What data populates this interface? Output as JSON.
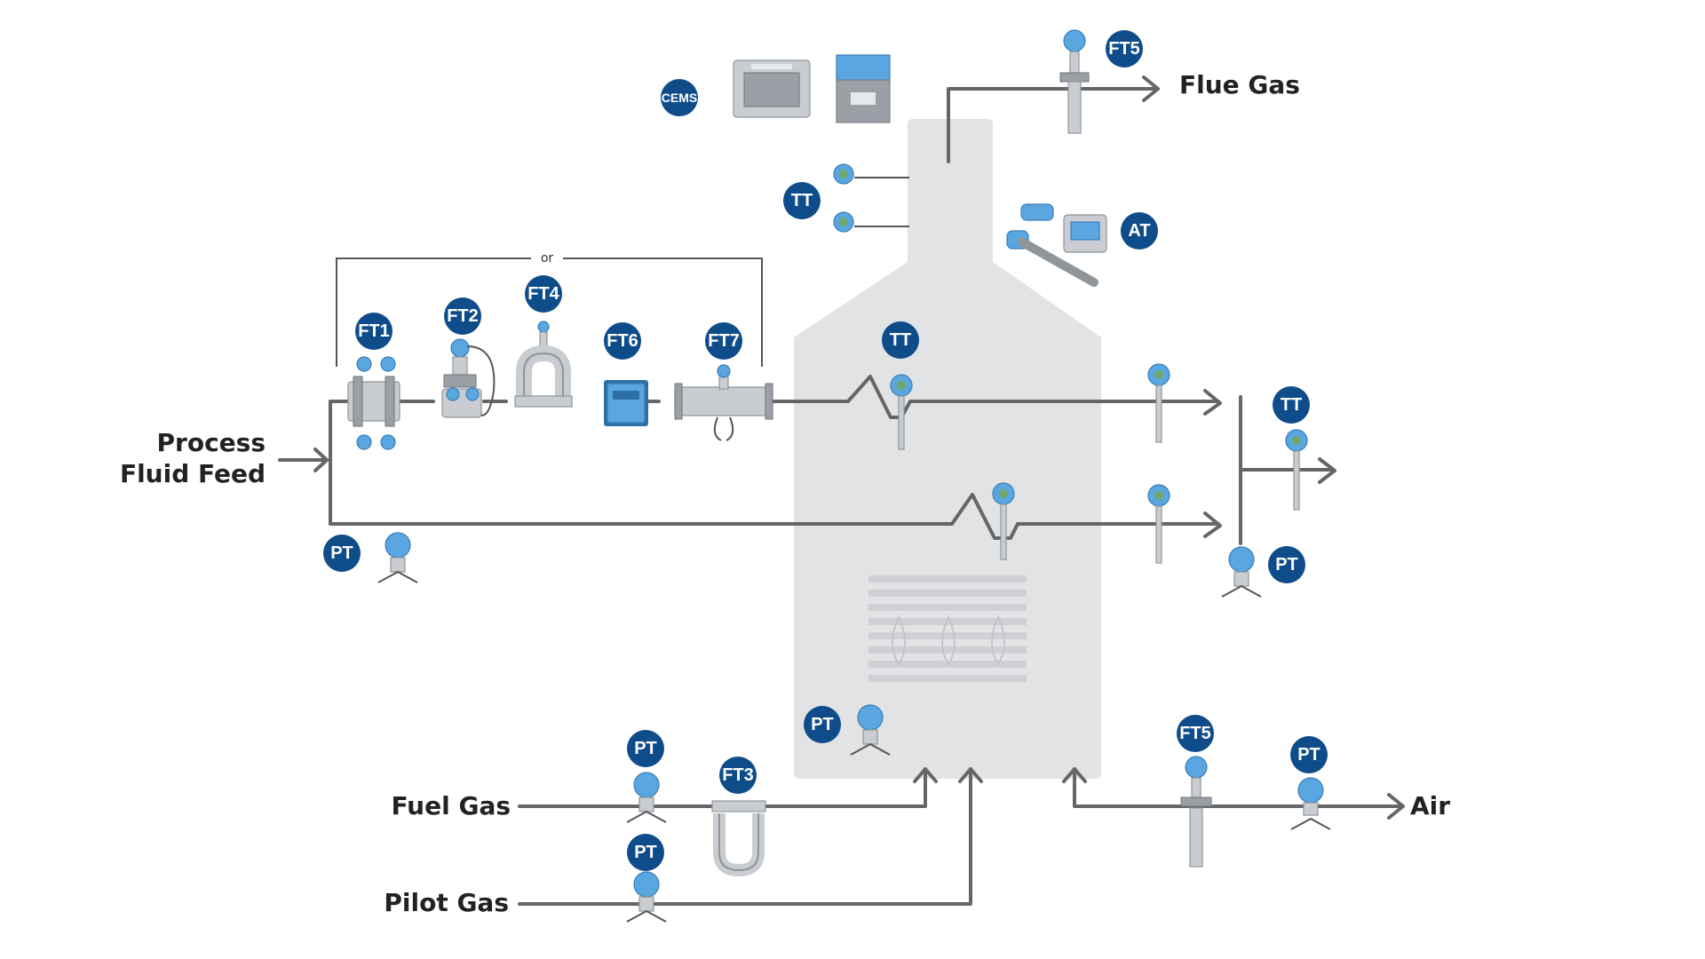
{
  "labels": {
    "process_line1": "Process",
    "process_line2": "Fluid Feed",
    "flue_gas": "Flue Gas",
    "fuel_gas": "Fuel Gas",
    "pilot_gas": "Pilot Gas",
    "air": "Air",
    "or": "or"
  },
  "badges": {
    "cems": "CEMS",
    "ft5_top": "FT5",
    "tt_stack": "TT",
    "at": "AT",
    "ft1": "FT1",
    "ft2": "FT2",
    "ft4": "FT4",
    "ft6": "FT6",
    "ft7": "FT7",
    "tt_coil": "TT",
    "tt_outlet": "TT",
    "pt_inlet": "PT",
    "pt_outlet": "PT",
    "pt_firebox": "PT",
    "pt_fuel": "PT",
    "ft3": "FT3",
    "pt_pilot": "PT",
    "ft5_air": "FT5",
    "pt_air": "PT"
  },
  "colors": {
    "badge": "#0f4c8a",
    "device": "#5aa6e0",
    "pipe": "#666666",
    "vessel": "#e2e3e5"
  }
}
